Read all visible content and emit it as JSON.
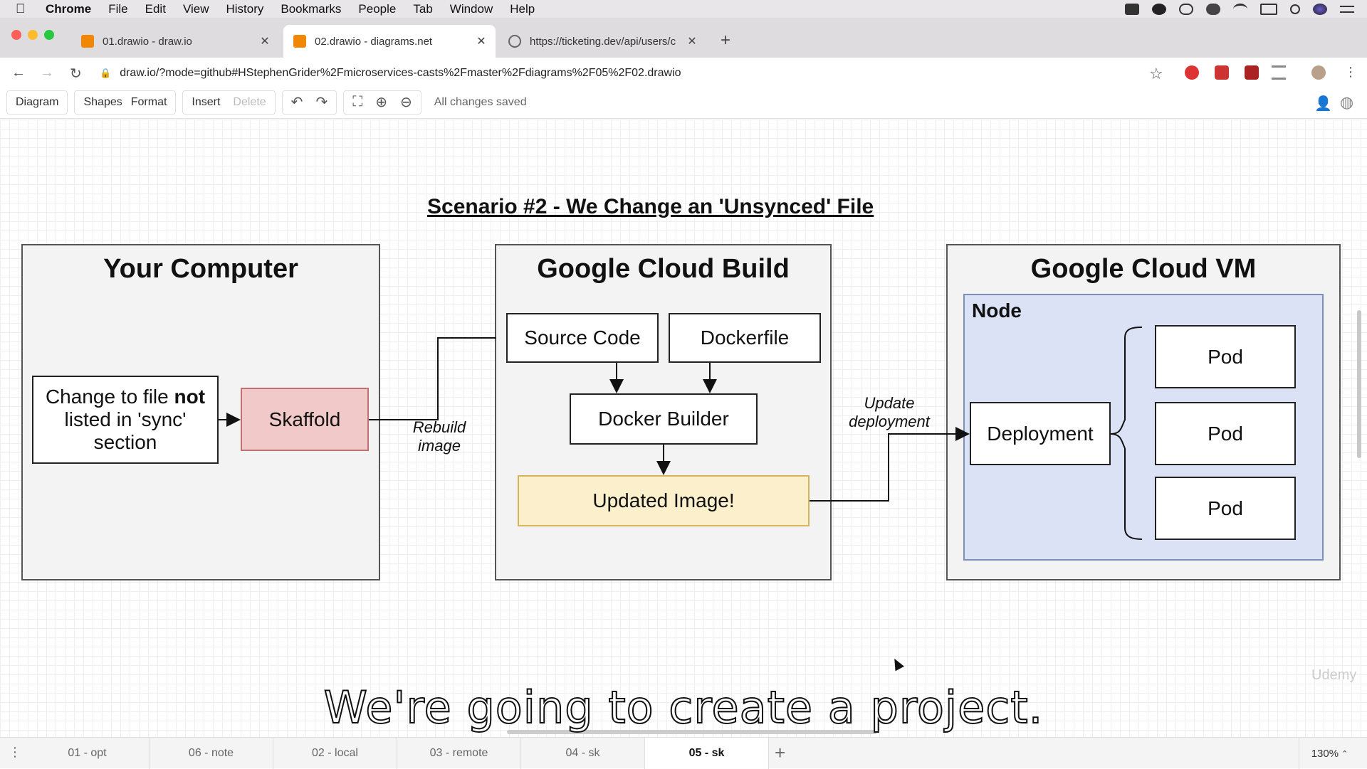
{
  "menubar": {
    "app": "Chrome",
    "items": [
      "File",
      "Edit",
      "View",
      "History",
      "Bookmarks",
      "People",
      "Tab",
      "Window",
      "Help"
    ]
  },
  "tabs": [
    {
      "title": "01.drawio - draw.io",
      "icon": "drawio-icon"
    },
    {
      "title": "02.drawio - diagrams.net",
      "icon": "drawio-icon"
    },
    {
      "title": "https://ticketing.dev/api/users/c",
      "icon": "globe-icon"
    }
  ],
  "address": {
    "url": "draw.io/?mode=github#HStephenGrider%2Fmicroservices-casts%2Fmaster%2Fdiagrams%2F05%2F02.drawio"
  },
  "toolbar": {
    "diagram": "Diagram",
    "shapes": "Shapes",
    "format": "Format",
    "insert": "Insert",
    "delete": "Delete",
    "status": "All changes saved"
  },
  "diagram": {
    "title": "Scenario #2 - We Change an 'Unsynced' File",
    "your_computer": {
      "title": "Your Computer",
      "change_pre": "Change to file ",
      "change_bold": "not",
      "change_post": " listed in 'sync' section",
      "skaffold": "Skaffold"
    },
    "rebuild_label": "Rebuild image",
    "cloud_build": {
      "title": "Google Cloud Build",
      "source": "Source Code",
      "dockerfile": "Dockerfile",
      "builder": "Docker Builder",
      "updated": "Updated Image!"
    },
    "update_label": "Update deployment",
    "cloud_vm": {
      "title": "Google Cloud VM",
      "node": "Node",
      "deployment": "Deployment",
      "pods": [
        "Pod",
        "Pod",
        "Pod"
      ]
    }
  },
  "subtitle": "We're going to create a project.",
  "watermark": "Udemy",
  "pages": [
    "01 - opt",
    "06 - note",
    "02 - local",
    "03 - remote",
    "04 - sk",
    "05 - sk"
  ],
  "zoom": "130%"
}
